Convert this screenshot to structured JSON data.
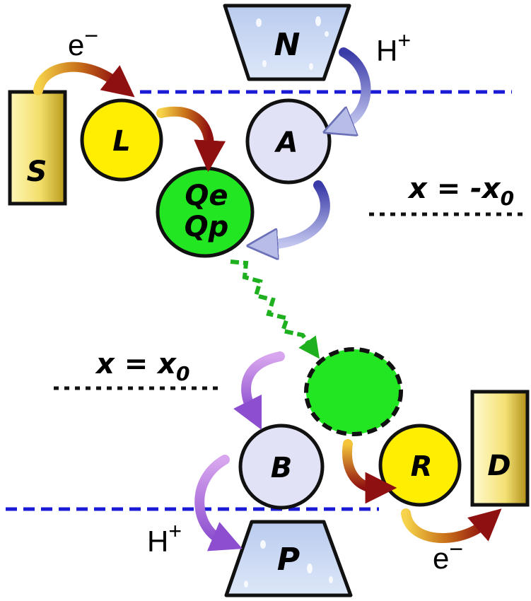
{
  "labels": {
    "S": "S",
    "L": "L",
    "N": "N",
    "A": "A",
    "Q_line1": "Qe",
    "Q_line2": "Qp",
    "B": "B",
    "P": "P",
    "R": "R",
    "D": "D"
  },
  "annotations": {
    "electron_top": "e",
    "electron_top_sign": "−",
    "proton_top": "H",
    "proton_top_sign": "+",
    "proton_bottom": "H",
    "proton_bottom_sign": "+",
    "electron_bottom": "e",
    "electron_bottom_sign": "−",
    "pos_neg_prefix": "x = -x",
    "pos_neg_sub": "0",
    "pos_pos_prefix": "x = x",
    "pos_pos_sub": "0"
  },
  "colors": {
    "yellow_fill": "#ffee00",
    "lavender_fill": "#e2e2f6",
    "green_fill": "#22e622",
    "bar_fill": "#f3e27a",
    "reservoir_fill": "#c6d4f0",
    "blue_dash": "#1a1ad6",
    "green_path": "#1fb01f"
  }
}
